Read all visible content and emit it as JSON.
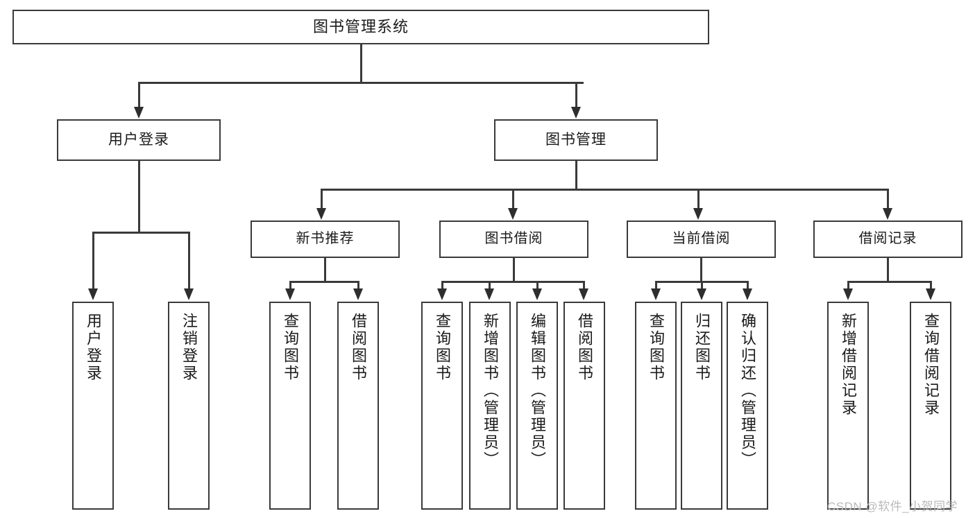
{
  "diagram": {
    "title": "图书管理系统",
    "root": {
      "label": "图书管理系统"
    },
    "level2": [
      {
        "label": "用户登录"
      },
      {
        "label": "图书管理"
      }
    ],
    "level3": [
      {
        "label": "新书推荐"
      },
      {
        "label": "图书借阅"
      },
      {
        "label": "当前借阅"
      },
      {
        "label": "借阅记录"
      }
    ],
    "leaves": {
      "user_login": [
        {
          "label": "用户登录"
        },
        {
          "label": "注销登录"
        }
      ],
      "new_book": [
        {
          "label": "查询图书"
        },
        {
          "label": "借阅图书"
        }
      ],
      "borrow_book": [
        {
          "label": "查询图书"
        },
        {
          "label": "新增图书（管理员）"
        },
        {
          "label": "编辑图书（管理员）"
        },
        {
          "label": "借阅图书"
        }
      ],
      "current_borrow": [
        {
          "label": "查询图书"
        },
        {
          "label": "归还图书"
        },
        {
          "label": "确认归还（管理员）"
        }
      ],
      "borrow_record": [
        {
          "label": "新增借阅记录"
        },
        {
          "label": "查询借阅记录"
        }
      ]
    }
  },
  "watermark": {
    "text": "CSDN @软件_小贺同学"
  },
  "colors": {
    "stroke": "#3a3a3a",
    "background": "#ffffff",
    "text": "#1a1a1a",
    "watermark": "#b9b9b9"
  }
}
